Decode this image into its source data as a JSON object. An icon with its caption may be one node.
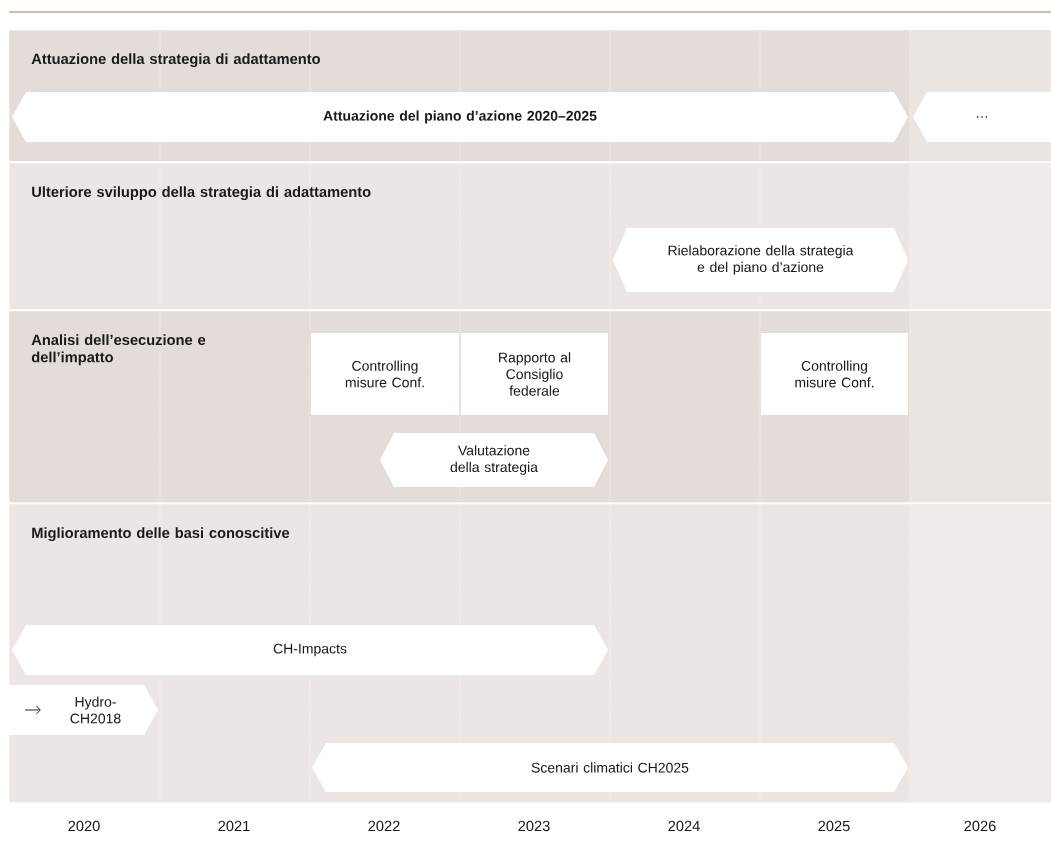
{
  "diagram": {
    "nodes": [
      {
        "text": [
          "Attuazione della strategia di adattamento"
        ]
      },
      {
        "text": [
          "Attuazione del piano d’azione 2020–2025"
        ],
        "in": 0
      },
      {
        "text": [
          "…"
        ],
        "in": 0
      },
      {
        "text": [
          "Ulteriore sviluppo della strategia di adattamento"
        ]
      },
      {
        "text": [
          "Rielaborazione della strategia e del piano d’azione"
        ],
        "in": 3
      },
      {
        "text": [
          "Analisi dell’esecuzione e dell’impatto"
        ]
      },
      {
        "text": [
          "Controlling misure Conf."
        ],
        "in": 5
      },
      {
        "text": [
          "Rapporto al Consiglio federale"
        ],
        "in": 5
      },
      {
        "text": [
          "Controlling misure Conf."
        ],
        "in": 5
      },
      {
        "text": [
          "Valutazione della strategia"
        ],
        "in": 5
      },
      {
        "text": [
          "Miglioramento delle basi conoscitive"
        ]
      },
      {
        "text": [
          "CH-Impacts"
        ],
        "in": 10
      },
      {
        "text": [
          "Hydro-CH2018"
        ],
        "in": 10
      },
      {
        "text": [
          "Scenari climatici CH2025"
        ],
        "in": 10
      }
    ],
    "labels": [
      "2020",
      "2021",
      "2022",
      "2023",
      "2024",
      "2025",
      "2026"
    ]
  }
}
